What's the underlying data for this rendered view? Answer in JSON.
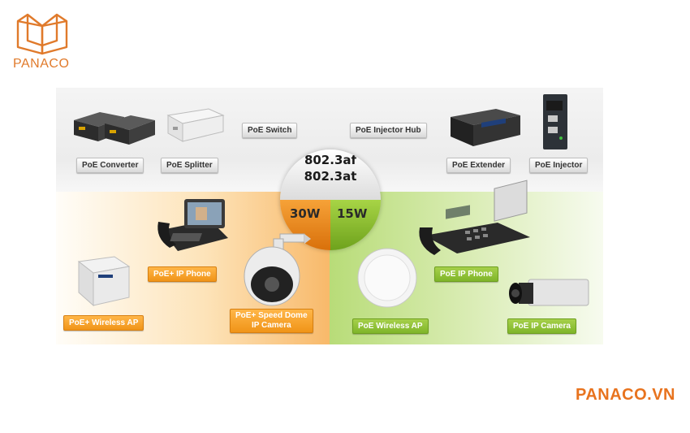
{
  "logo": {
    "text": "PANACO",
    "color": "#e07a2b"
  },
  "site_label": "PANACO.VN",
  "diagram": {
    "standards": [
      "802.3af",
      "802.3at"
    ],
    "left_power": "30W",
    "right_power": "15W",
    "top_labels": {
      "poe_converter": "PoE Converter",
      "poe_splitter": "PoE Splitter",
      "poe_switch": "PoE Switch",
      "poe_injector_hub": "PoE Injector Hub",
      "poe_extender": "PoE Extender",
      "poe_injector": "PoE Injector"
    },
    "plus_labels": {
      "ip_phone": "PoE+ IP Phone",
      "wireless_ap": "PoE+ Wireless AP",
      "speed_dome_line1": "PoE+ Speed Dome",
      "speed_dome_line2": "IP Camera"
    },
    "poe_labels": {
      "ip_phone": "PoE IP Phone",
      "wireless_ap": "PoE Wireless AP",
      "ip_camera": "PoE IP Camera"
    },
    "colors": {
      "orange": "#f09418",
      "green": "#7fb52a",
      "brand": "#e8731e"
    }
  }
}
